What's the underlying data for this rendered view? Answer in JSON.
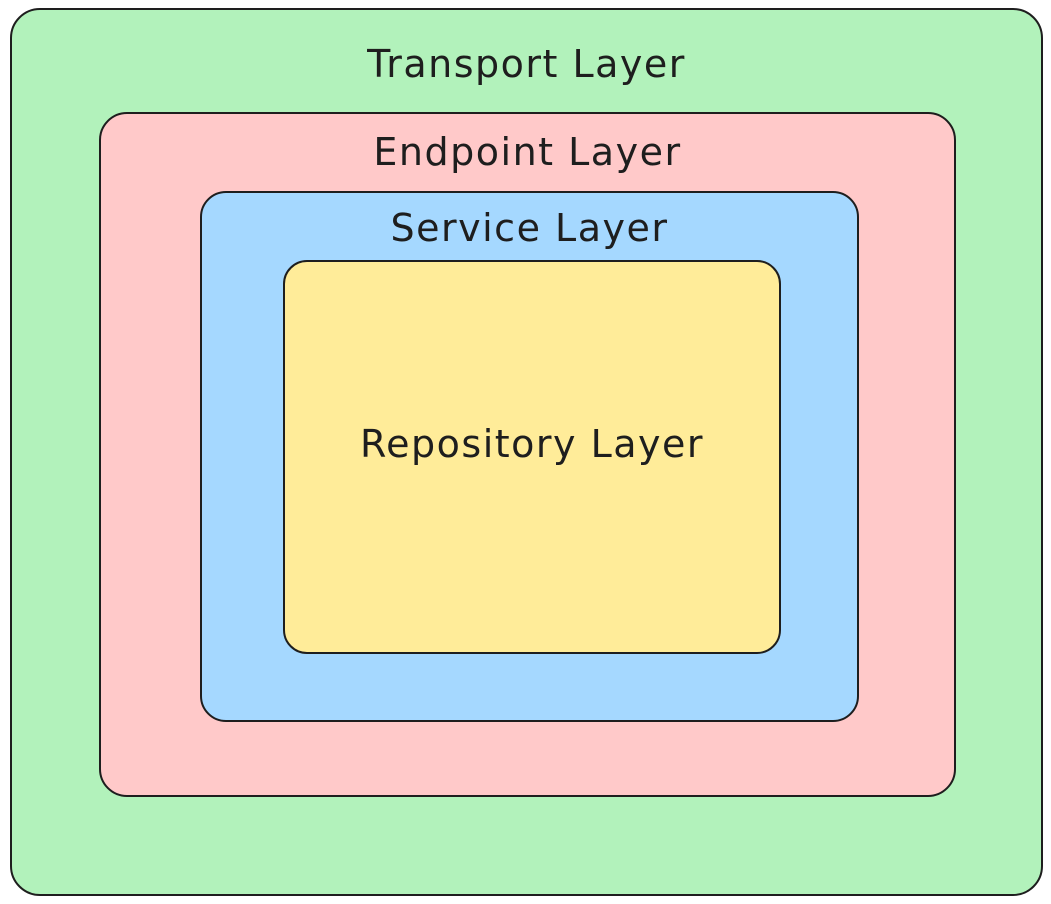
{
  "diagram": {
    "title": "Nested architecture layers diagram",
    "stroke_color": "#1e1e1e",
    "background_color": "#ffffff",
    "layers": [
      {
        "id": "transport",
        "label": "Transport Layer",
        "fill": "#b2f2bb"
      },
      {
        "id": "endpoint",
        "label": "Endpoint Layer",
        "fill": "#ffc9c9"
      },
      {
        "id": "service",
        "label": "Service Layer",
        "fill": "#a5d8ff"
      },
      {
        "id": "repository",
        "label": "Repository Layer",
        "fill": "#ffec99"
      }
    ]
  }
}
